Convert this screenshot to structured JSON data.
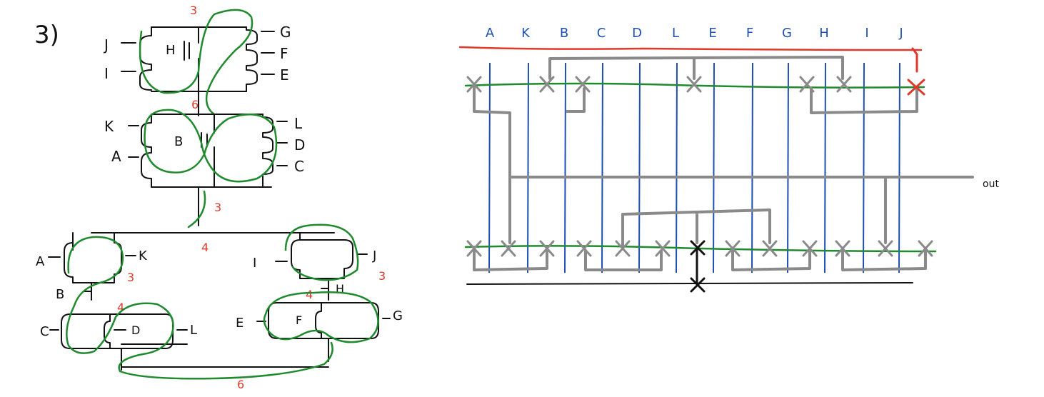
{
  "problem_number": "3)",
  "left_circuit": {
    "block1": {
      "left_inputs": [
        "J",
        "I"
      ],
      "middle_input": "H",
      "right_inputs": [
        "G",
        "F",
        "E"
      ],
      "widths": [
        "3",
        "6"
      ]
    },
    "block2": {
      "left_inputs": [
        "K",
        "A"
      ],
      "middle_input": "B",
      "right_inputs": [
        "L",
        "D",
        "C"
      ],
      "widths": [
        "3"
      ]
    },
    "block3": {
      "node_width": "4",
      "left_group": {
        "inputs": [
          "A",
          "K",
          "B",
          "C",
          "D",
          "L"
        ],
        "widths": [
          "3",
          "4"
        ]
      },
      "right_group": {
        "inputs": [
          "I",
          "J",
          "H",
          "E",
          "F",
          "G"
        ],
        "widths": [
          "3",
          "4"
        ]
      },
      "bottom_width": "6"
    }
  },
  "stick_diagram": {
    "columns": [
      "A",
      "K",
      "B",
      "C",
      "D",
      "L",
      "E",
      "F",
      "G",
      "H",
      "I",
      "J"
    ],
    "output_label": "out"
  },
  "colors": {
    "ink": "#111111",
    "annotation": "#e0392b",
    "euler_path": "#1f8a2e",
    "diffusion_column": "#1f4fb5",
    "metal": "#8a8a8a"
  }
}
